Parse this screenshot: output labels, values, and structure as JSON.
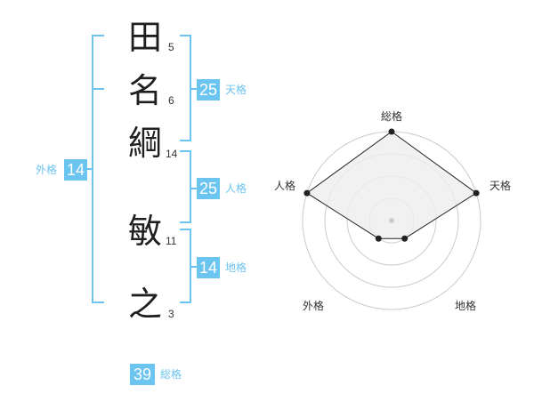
{
  "name": {
    "characters": [
      {
        "char": "田",
        "strokes": "5"
      },
      {
        "char": "名",
        "strokes": "6"
      },
      {
        "char": "綱",
        "strokes": "14"
      },
      {
        "char": "敏",
        "strokes": "11"
      },
      {
        "char": "之",
        "strokes": "3"
      }
    ]
  },
  "fortune": {
    "tenkaku": {
      "value": "25",
      "label": "天格"
    },
    "jinkaku": {
      "value": "25",
      "label": "人格"
    },
    "chikaku": {
      "value": "14",
      "label": "地格"
    },
    "gaikaku": {
      "value": "14",
      "label": "外格"
    },
    "soukaku": {
      "value": "39",
      "label": "総格"
    }
  },
  "radar": {
    "labels": {
      "soukaku": "総格",
      "tenkaku": "天格",
      "chikaku": "地格",
      "gaikaku": "外格",
      "jinkaku": "人格"
    }
  },
  "chart_data": {
    "type": "radar",
    "categories": [
      "総格",
      "天格",
      "地格",
      "外格",
      "人格"
    ],
    "values": [
      4,
      4,
      1,
      1,
      4
    ],
    "rmax": 4,
    "rings": 4,
    "fill": "#eeeeee",
    "line": "#222222"
  },
  "colors": {
    "accent": "#6cc4f0",
    "text": "#1f1f1f"
  }
}
